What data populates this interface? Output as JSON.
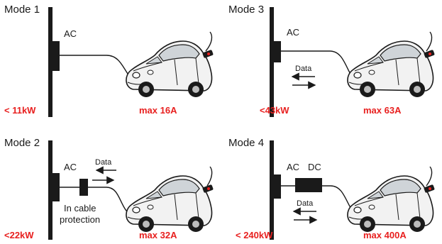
{
  "colors": {
    "accent": "#e8201f",
    "ink": "#1a1a1a"
  },
  "modes": [
    {
      "title": "Mode 1",
      "supply": "AC",
      "power": "< 11kW",
      "current": "max 16A"
    },
    {
      "title": "Mode 3",
      "supply": "AC",
      "data": "Data",
      "power": "<43kW",
      "current": "max 63A"
    },
    {
      "title": "Mode 2",
      "supply": "AC",
      "data": "Data",
      "protection_line1": "In cable",
      "protection_line2": "protection",
      "power": "<22kW",
      "current": "max 32A"
    },
    {
      "title": "Mode 4",
      "supply": "AC",
      "supply_dc": "DC",
      "data": "Data",
      "power": "< 240kW",
      "current": "max 400A"
    }
  ]
}
